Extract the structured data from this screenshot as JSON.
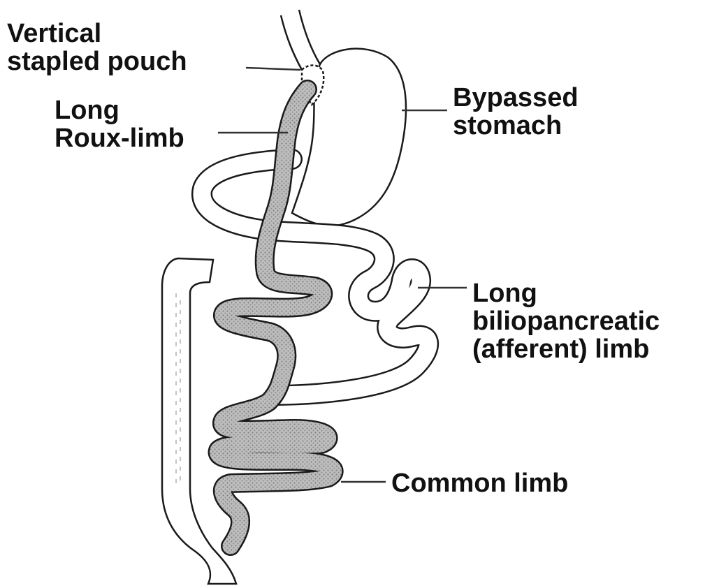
{
  "labels": {
    "pouch": {
      "line1": "Vertical",
      "line2": "stapled pouch"
    },
    "roux": {
      "line1": "Long",
      "line2": "Roux-limb"
    },
    "stomach": {
      "line1": "Bypassed",
      "line2": "stomach"
    },
    "bilio": {
      "line1": "Long",
      "line2": "biliopancreatic",
      "line3": "(afferent) limb"
    },
    "common": {
      "line1": "Common limb"
    }
  },
  "colors": {
    "outline": "#1a1a1a",
    "roux_fill": "#b9b9b9",
    "organ_fill": "#ffffff",
    "leader_line": "#333333"
  }
}
